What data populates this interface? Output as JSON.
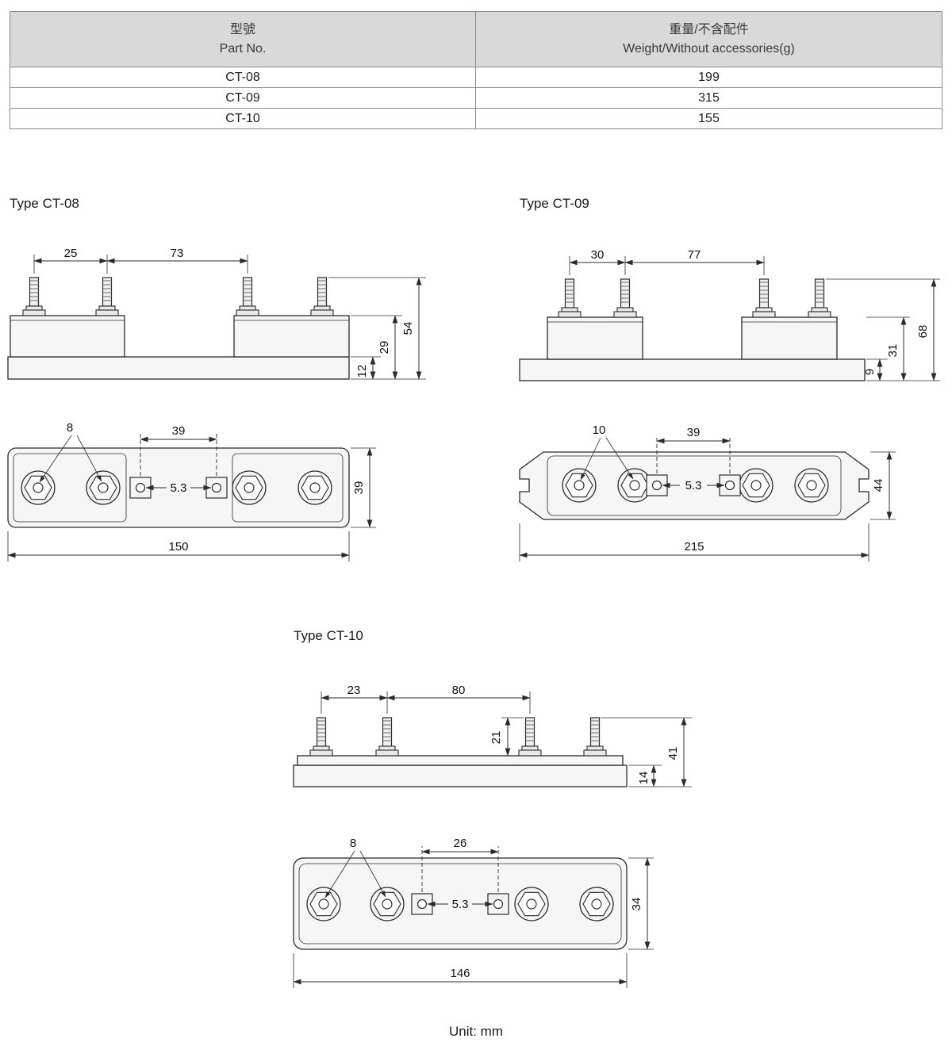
{
  "table": {
    "part_header": {
      "zh": "型號",
      "en": "Part No."
    },
    "weight_header": {
      "zh": "重量/不含配件",
      "en": "Weight/Without accessories(g)"
    },
    "rows": [
      {
        "part": "CT-08",
        "weight": "199"
      },
      {
        "part": "CT-09",
        "weight": "315"
      },
      {
        "part": "CT-10",
        "weight": "155"
      }
    ]
  },
  "drawings": {
    "ct08": {
      "title": "Type CT-08",
      "side": {
        "pitch_left": "25",
        "pitch_right": "73",
        "h_total": "54",
        "h_block": "29",
        "h_base": "12"
      },
      "top": {
        "hole_dia": "8",
        "slot_pitch": "39",
        "slot_dia": "5.3",
        "body_width": "39",
        "body_length": "150"
      }
    },
    "ct09": {
      "title": "Type CT-09",
      "side": {
        "pitch_left": "30",
        "pitch_right": "77",
        "h_total": "68",
        "h_block": "31",
        "h_base": "9"
      },
      "top": {
        "hole_dia": "10",
        "slot_pitch": "39",
        "slot_dia": "5.3",
        "body_width": "44",
        "body_length": "215"
      }
    },
    "ct10": {
      "title": "Type CT-10",
      "side": {
        "pitch_left": "23",
        "pitch_right": "80",
        "stud_height": "21",
        "h_total": "41",
        "h_base": "14"
      },
      "top": {
        "hole_dia": "8",
        "slot_pitch": "26",
        "slot_dia": "5.3",
        "body_width": "34",
        "body_length": "146"
      }
    }
  },
  "footer": {
    "unit": "Unit: mm"
  }
}
